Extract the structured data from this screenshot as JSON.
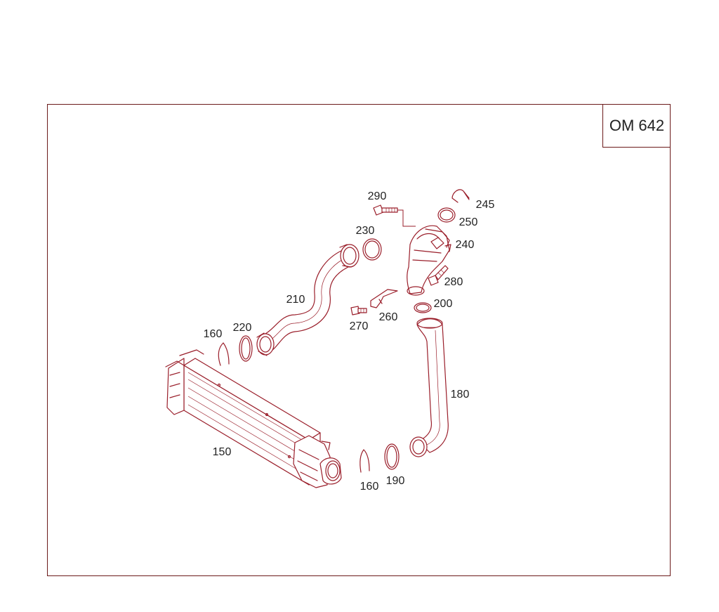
{
  "engine_code": "OM 642",
  "colors": {
    "line": "#9a1e2a",
    "frame": "#6b1a1a",
    "text": "#222222"
  },
  "callouts": {
    "c150": "150",
    "c160a": "160",
    "c160b": "160",
    "c180": "180",
    "c190": "190",
    "c200": "200",
    "c210": "210",
    "c220": "220",
    "c230": "230",
    "c240": "240",
    "c245": "245",
    "c250": "250",
    "c260": "260",
    "c270": "270",
    "c280": "280",
    "c290": "290"
  }
}
